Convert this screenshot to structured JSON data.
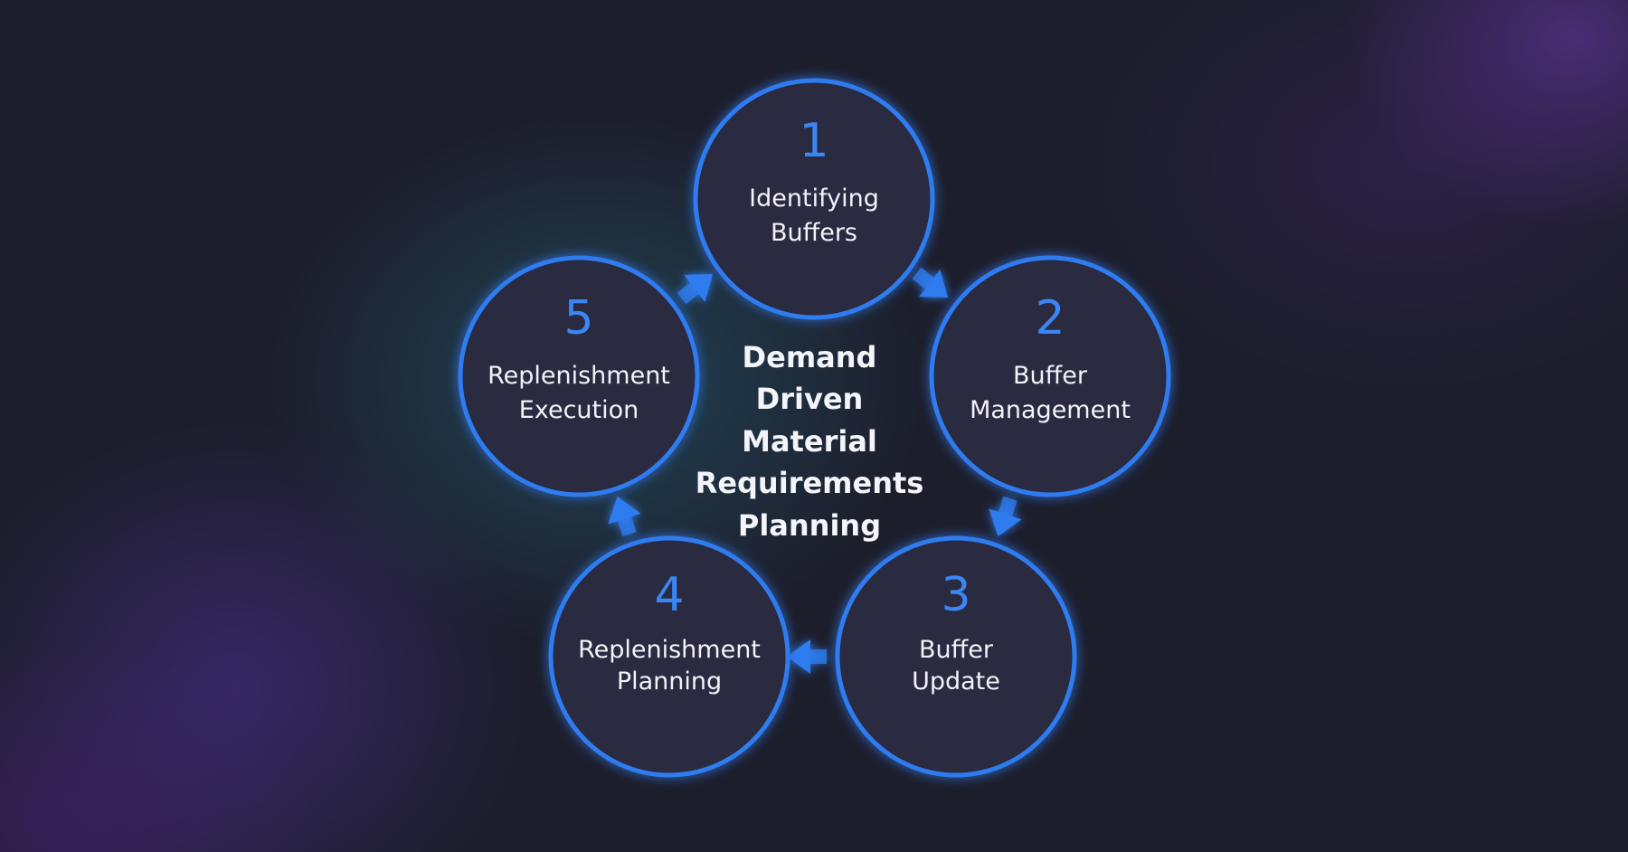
{
  "center_title": [
    "Demand",
    "Driven",
    "Material",
    "Requirements",
    "Planning"
  ],
  "steps": [
    {
      "number": "1",
      "label": [
        "Identifying",
        "Buffers"
      ]
    },
    {
      "number": "2",
      "label": [
        "Buffer",
        "Management"
      ]
    },
    {
      "number": "3",
      "label": [
        "Buffer",
        "Update"
      ]
    },
    {
      "number": "4",
      "label": [
        "Replenishment",
        "Planning"
      ]
    },
    {
      "number": "5",
      "label": [
        "Replenishment",
        "Execution"
      ]
    }
  ],
  "colors": {
    "ring": "#2f7cf0",
    "number": "#3a86f4",
    "node_fill": "#2a2b3f",
    "arrow": "#2f7cf0",
    "background": "#1d1e2c"
  }
}
